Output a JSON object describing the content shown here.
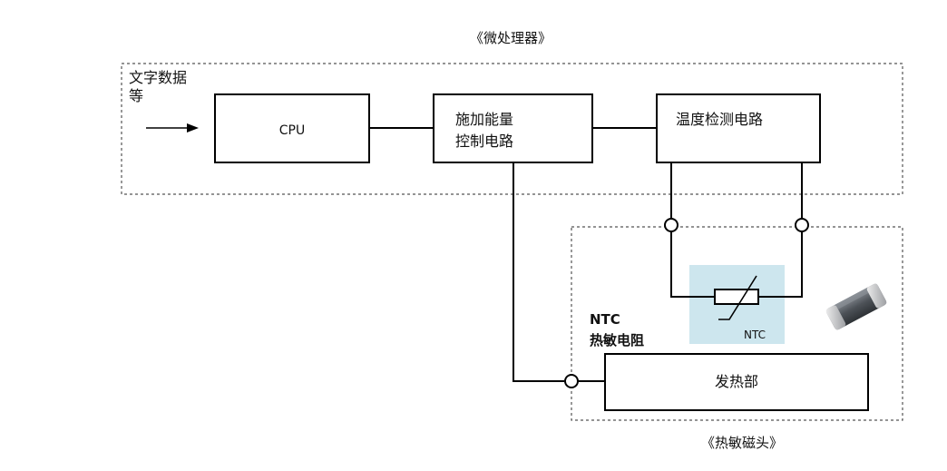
{
  "labels": {
    "microprocessor": "《微处理器》",
    "text_data_line1": "文字数据",
    "text_data_line2": "等",
    "cpu": "CPU",
    "control_line1": "施加能量",
    "control_line2": "控制电路",
    "temp_detect": "温度检测电路",
    "ntc_small": "NTC",
    "ntc_line1": "NTC",
    "ntc_line2": "热敏电阻",
    "heater": "发热部",
    "thermal_head": "《热敏磁头》"
  },
  "colors": {
    "line": "#000000",
    "dashed": "#555555",
    "ntc_highlight": "#cde6ee",
    "chip_body": "#5a5f66",
    "chip_cap": "#c7c9cc"
  },
  "icons": {
    "arrow": "right-arrow-icon",
    "component": "smd-chip-icon",
    "thermistor": "thermistor-symbol-icon"
  }
}
